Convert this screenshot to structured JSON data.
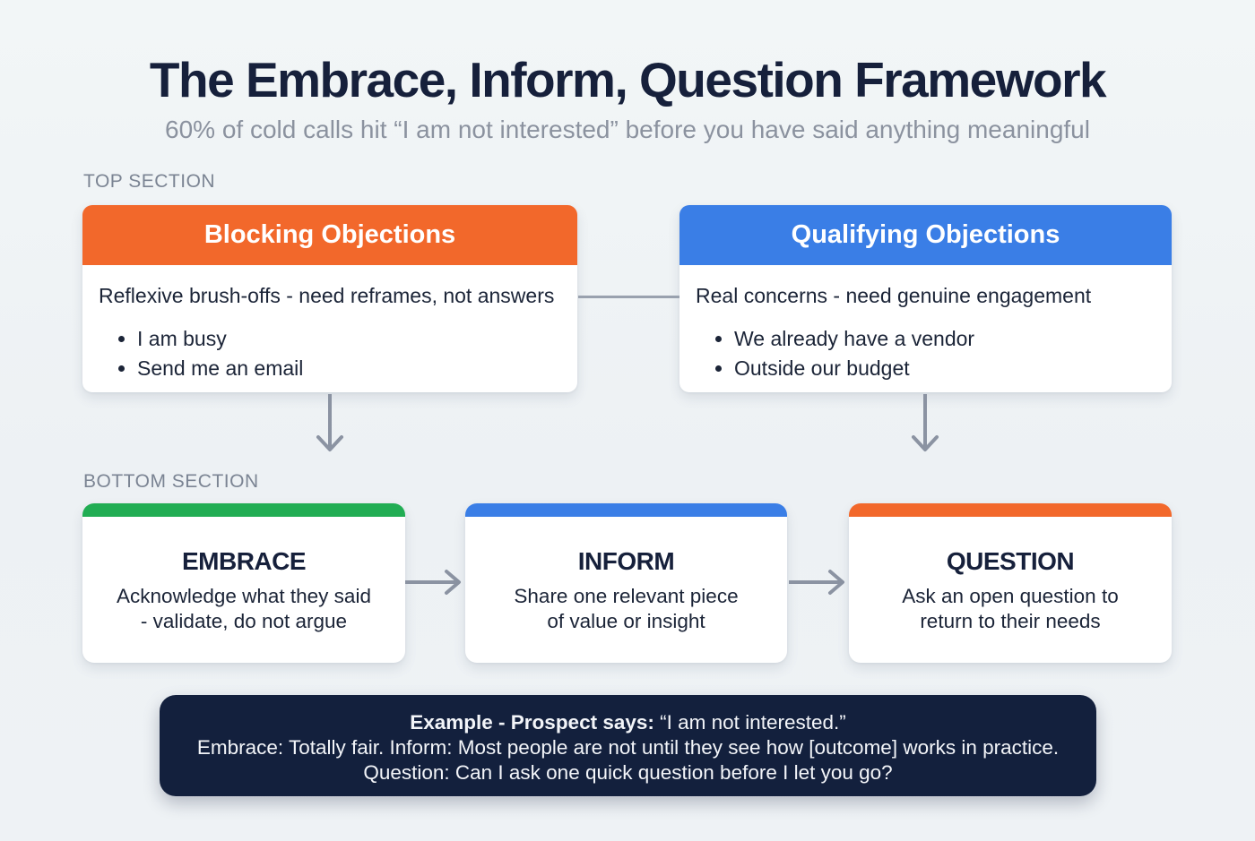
{
  "header": {
    "title": "The Embrace, Inform, Question Framework",
    "subtitle": "60% of cold calls hit “I am not interested” before you have said anything meaningful"
  },
  "sections": {
    "top_label": "TOP SECTION",
    "bottom_label": "BOTTOM SECTION"
  },
  "top_cards": [
    {
      "title": "Blocking Objections",
      "header_color": "#f2682b",
      "description": "Reflexive brush-offs - need reframes, not answers",
      "bullets": [
        "I am busy",
        "Send me an email"
      ]
    },
    {
      "title": "Qualifying Objections",
      "header_color": "#3a7ee6",
      "description": "Real concerns - need genuine engagement",
      "bullets": [
        "We already have a vendor",
        "Outside our budget"
      ]
    }
  ],
  "bottom_cards": [
    {
      "title": "EMBRACE",
      "bar_color": "#21ad53",
      "lines": [
        "Acknowledge what they said",
        "- validate, do not argue"
      ]
    },
    {
      "title": "INFORM",
      "bar_color": "#3a7ee6",
      "lines": [
        "Share one relevant piece",
        "of value or insight"
      ]
    },
    {
      "title": "QUESTION",
      "bar_color": "#f2682b",
      "lines": [
        "Ask an open question to",
        "return to their needs"
      ]
    }
  ],
  "example": {
    "label": "Example - Prospect says:",
    "quote": "“I am not interested.”",
    "line2": "Embrace: Totally fair. Inform: Most people are not until they see how [outcome] works in practice.",
    "line3": "Question: Can I ask one quick question before I let you go?"
  },
  "colors": {
    "background": "#eef2f5",
    "title_text": "#16203b",
    "subtitle_text": "#8b929f",
    "orange_accent": "#f2682b",
    "blue_accent": "#3a7ee6",
    "green_accent": "#21ad53",
    "footer_navy": "#13203d",
    "arrow_gray": "#8b93a2"
  }
}
